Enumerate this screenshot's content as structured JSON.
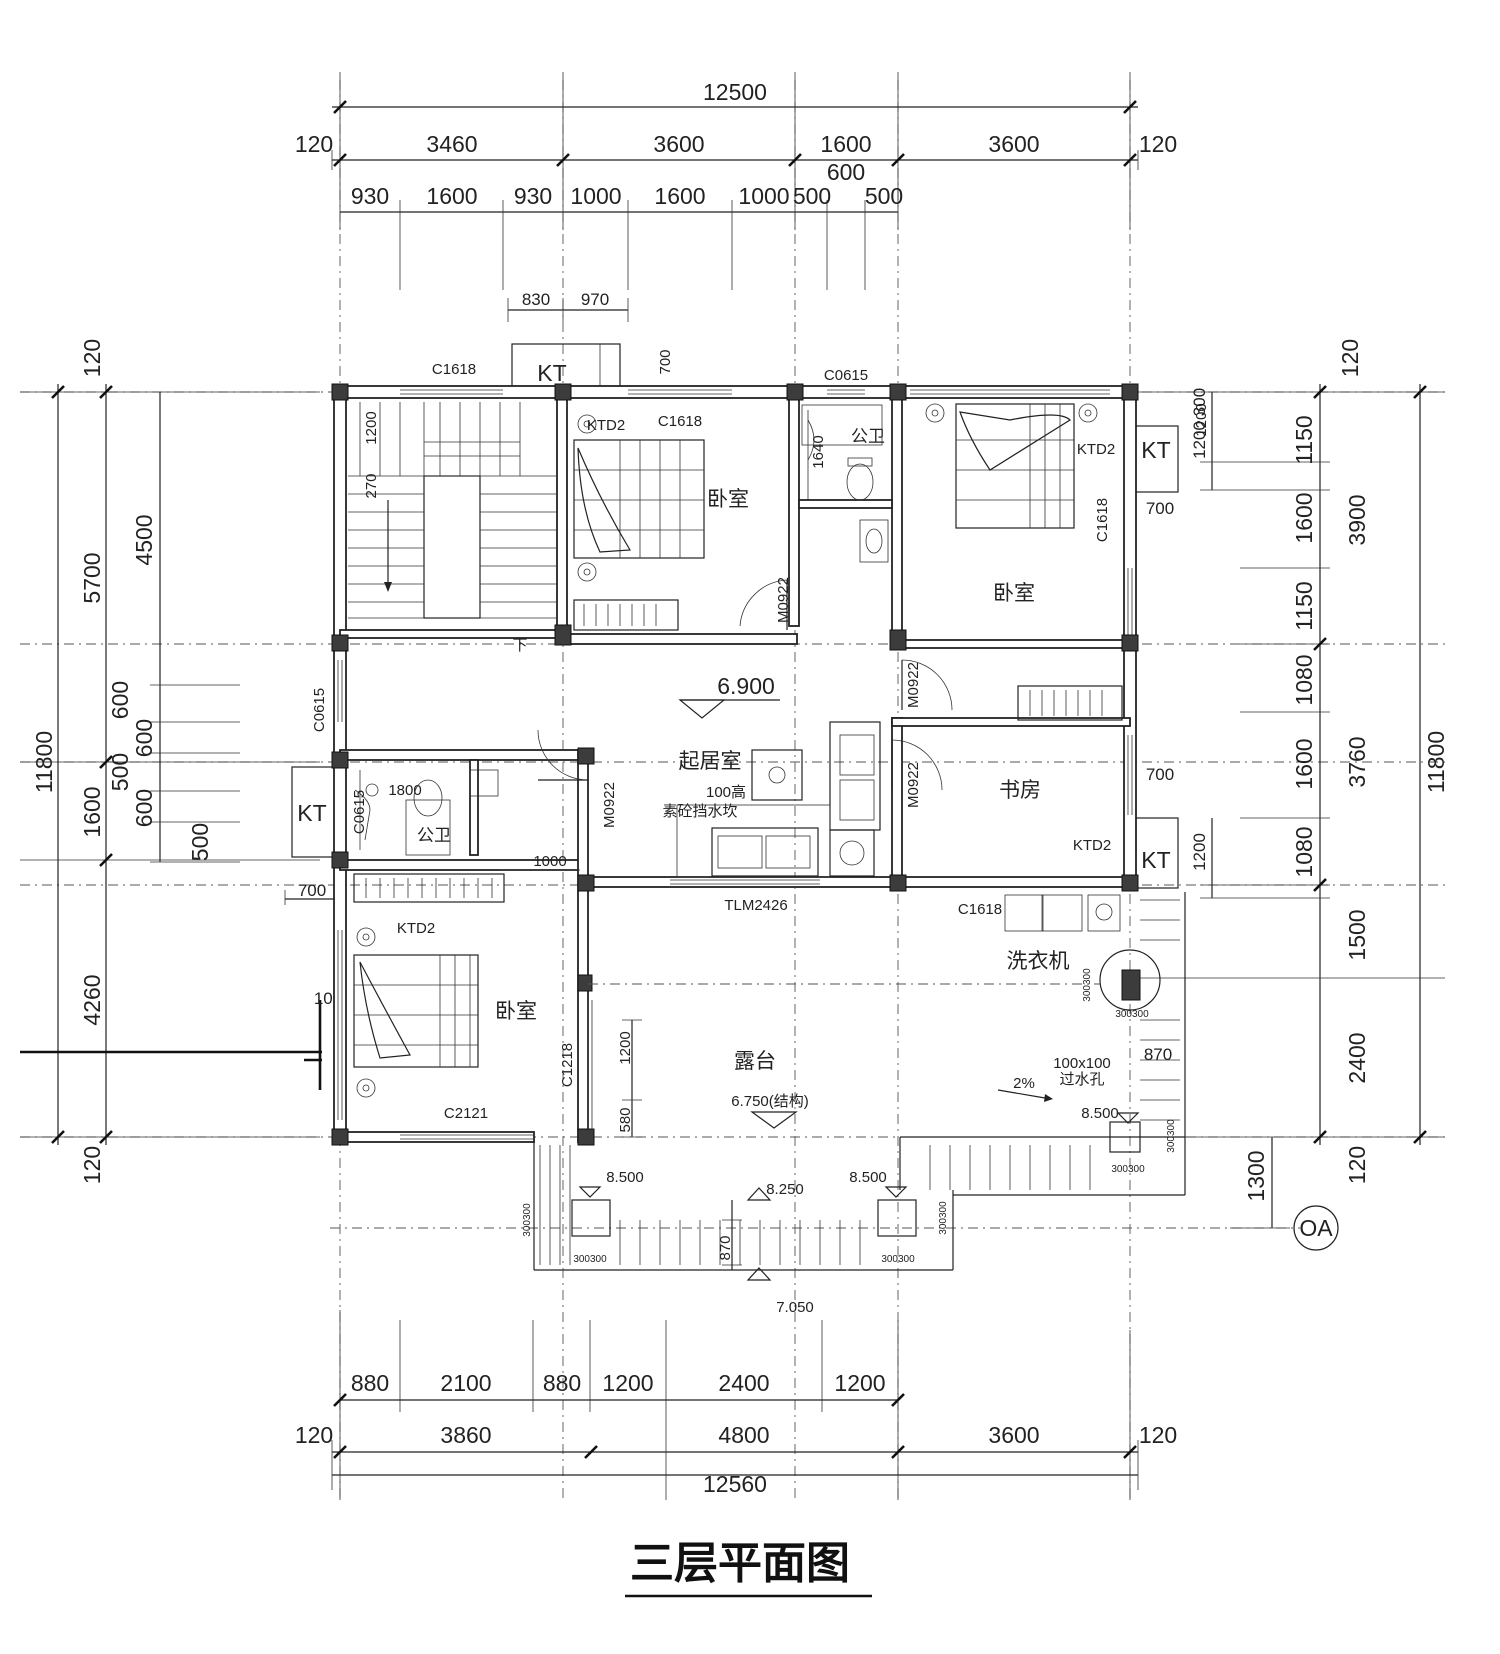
{
  "title": "三层平面图",
  "top_dims": {
    "overall": "12500",
    "segments": [
      "120",
      "3460",
      "3600",
      "1600",
      "3600",
      "120"
    ],
    "window_row": [
      "930",
      "1600",
      "930",
      "1000",
      "1600",
      "1000",
      "500",
      "600",
      "500"
    ],
    "ac_row": [
      "830",
      "970"
    ]
  },
  "bottom_dims": {
    "overall": "12560",
    "segments": [
      "120",
      "3860",
      "4800",
      "3600",
      "120"
    ],
    "window_row": [
      "880",
      "2100",
      "880",
      "1200",
      "2400",
      "1200"
    ]
  },
  "left_dims": {
    "overall": "11800",
    "segments": [
      "120",
      "5700",
      "1600",
      "4260",
      "120"
    ],
    "stair_row": [
      "4500",
      "600",
      "600",
      "500",
      "600",
      "500"
    ],
    "misc": [
      "700",
      "100"
    ]
  },
  "right_dims": {
    "overall": "11800",
    "segments": [
      "120",
      "3900",
      "3760",
      "1500",
      "2400",
      "120"
    ],
    "window_row": [
      "300",
      "1200",
      "1150",
      "1600",
      "1150",
      "1080",
      "1600",
      "1080",
      "1200",
      "1300"
    ],
    "misc": [
      "700",
      "700",
      "870"
    ]
  },
  "rooms": {
    "bedroom_ne": "卧室",
    "bedroom_n": "卧室",
    "bedroom_sw": "卧室",
    "bath_n": "公卫",
    "bath_w": "公卫",
    "living": "起居室",
    "study": "书房",
    "terrace": "露台",
    "washer": "洗衣机"
  },
  "labels": {
    "c1618_a": "C1618",
    "c1618_b": "C1618",
    "c1618_c": "C1618",
    "c1618_d": "C1618",
    "c0615_a": "C0615",
    "c0615_b": "C0615",
    "c0615_c": "C0615",
    "c2121": "C2121",
    "c1218": "C1218",
    "tlm2426": "TLM2426",
    "m0922_a": "M0922",
    "m0922_b": "M0922",
    "m0922_c": "M0922",
    "m0922_d": "M0922",
    "ktd2_a": "KTD2",
    "ktd2_b": "KTD2",
    "ktd2_c": "KTD2",
    "ktd2_d": "KTD2",
    "kt_a": "KT",
    "kt_b": "KT",
    "kt_c": "KT",
    "kt_d": "KT",
    "dim_700": "700",
    "dim_1640": "1640",
    "dim_1200": "1200",
    "dim_270": "270",
    "dim_1800": "1800",
    "dim_1000": "1000",
    "dim_1200b": "1200",
    "dim_580": "580",
    "dim_870": "870",
    "dim_1200c": "1200",
    "curb": "素砼挡水坎",
    "curb_h": "100高",
    "drain": "100x100",
    "drain2": "过水孔",
    "slope": "2%",
    "down": "下",
    "axis": "OA",
    "s300a": "300300",
    "s300b": "300300",
    "s300c": "300300",
    "s300d": "300300",
    "s300e": "300300",
    "s300f": "300300",
    "s300g": "300300",
    "s300h": "300300"
  },
  "elevations": {
    "floor": "6.900",
    "terrace": "6.750(结构)",
    "roof_a": "8.500",
    "roof_b": "8.250",
    "roof_c": "8.500",
    "roof_d": "8.500",
    "eave": "7.050"
  }
}
